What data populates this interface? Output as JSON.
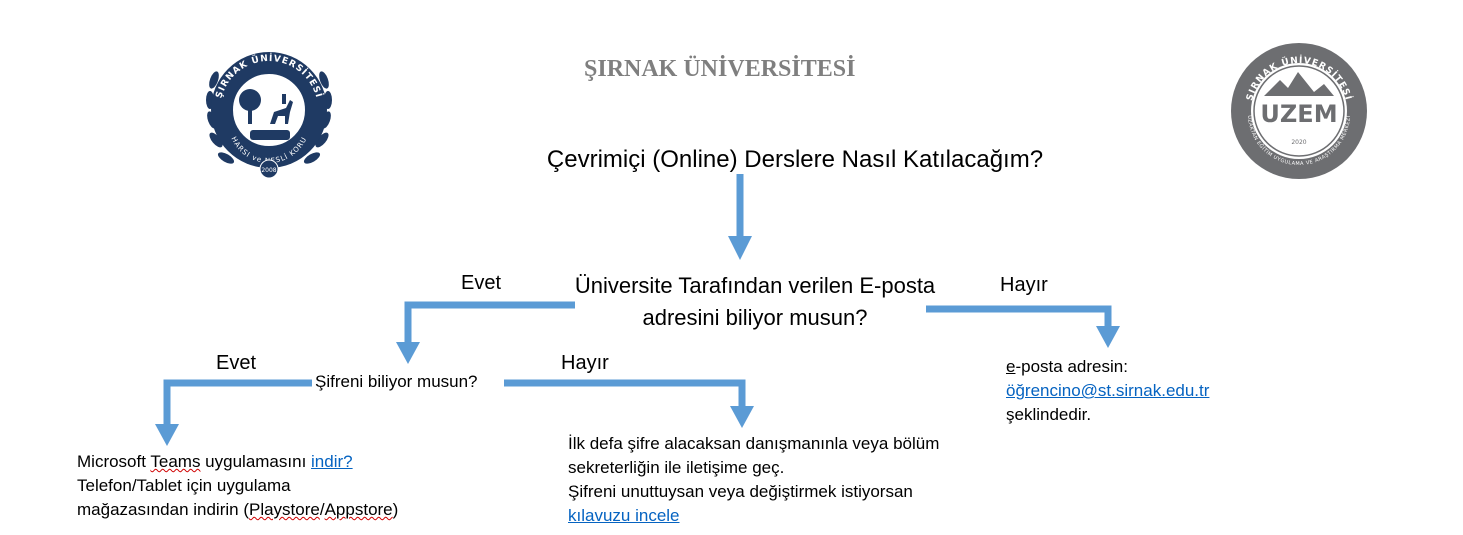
{
  "header": {
    "title": "ŞIRNAK ÜNİVERSİTESİ",
    "logo_left_text": "ŞIRNAK ÜNİVERSİTESİ",
    "logo_left_bottom": "HARSI ve NESLİ KORU",
    "logo_left_year": "2008",
    "logo_right_text": "ŞIRNAK ÜNİVERSİTESİ",
    "logo_right_brand": "UZEM",
    "logo_right_bottom": "UZAKTAN EĞİTİM UYGULAMA VE ARAŞTIRMA MERKEZİ",
    "logo_right_year": "2020"
  },
  "flow": {
    "main_question": "Çevrimiçi (Online) Derslere Nasıl Katılacağım?",
    "email_question_line1": "Üniversite Tarafından verilen E-posta",
    "email_question_line2": "adresini biliyor musun?",
    "yes_label_1": "Evet",
    "no_label_1": "Hayır",
    "password_question": "Şifreni biliyor musun?",
    "yes_label_2": "Evet",
    "no_label_2": "Hayır",
    "teams": {
      "line1_prefix": "Microsoft ",
      "line1_teams": "Teams",
      "line1_middle": " uygulamasını ",
      "line1_link": "indir?",
      "line2": "Telefon/Tablet için uygulama",
      "line3_prefix": "mağazasından indirin (",
      "line3_playstore": "Playstore",
      "line3_slash": "/",
      "line3_appstore": "Appstore",
      "line3_suffix": ")"
    },
    "advisor": {
      "line1": "İlk defa şifre alacaksan danışmanınla veya bölüm",
      "line2": "sekreterliğin ile iletişime geç.",
      "line3": "Şifreni unuttuysan veya değiştirmek istiyorsan",
      "link": "kılavuzu incele"
    },
    "email_info": {
      "line1_first": "e",
      "line1_rest": "-posta adresin:",
      "email_link": "öğrencino@st.sirnak.edu.tr",
      "line3": "şeklindedir."
    }
  },
  "colors": {
    "arrow": "#5b9bd5",
    "title": "#7f7f7f",
    "link": "#0563c1",
    "logo_left": "#1f3a63",
    "logo_right": "#6d6e71",
    "uzem_accent": "#00a3c4"
  }
}
